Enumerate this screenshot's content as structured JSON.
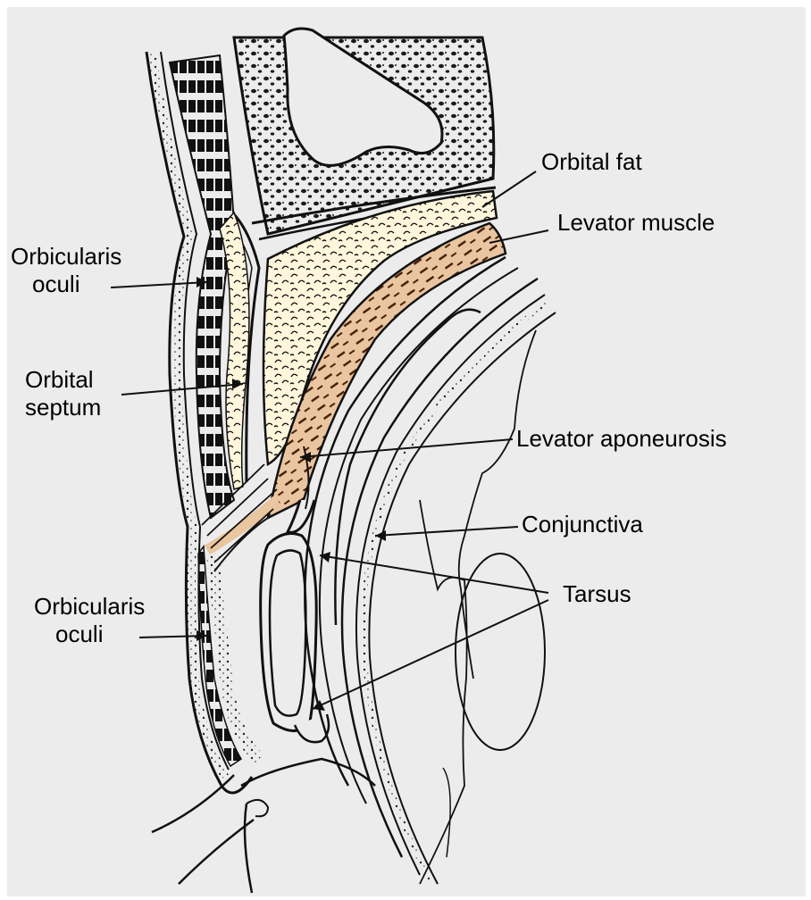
{
  "labels": {
    "orbital_fat": "Orbital fat",
    "levator_muscle": "Levator muscle",
    "orbicularis_upper": [
      "Orbicularis",
      "oculi"
    ],
    "orbital_septum": [
      "Orbital",
      "septum"
    ],
    "levator_aponeurosis": "Levator aponeurosis",
    "conjunctiva": "Conjunctiva",
    "tarsus": "Tarsus",
    "orbicularis_lower": [
      "Orbicularis",
      "oculi"
    ]
  },
  "colors": {
    "background": "#ececec",
    "line": "#111111",
    "fat_fill": "#fff6dc",
    "muscle_fill": "#e9c5a0",
    "muscle_dark": "#4a2208",
    "bone_dots": "#1a1a1a"
  },
  "icons": []
}
